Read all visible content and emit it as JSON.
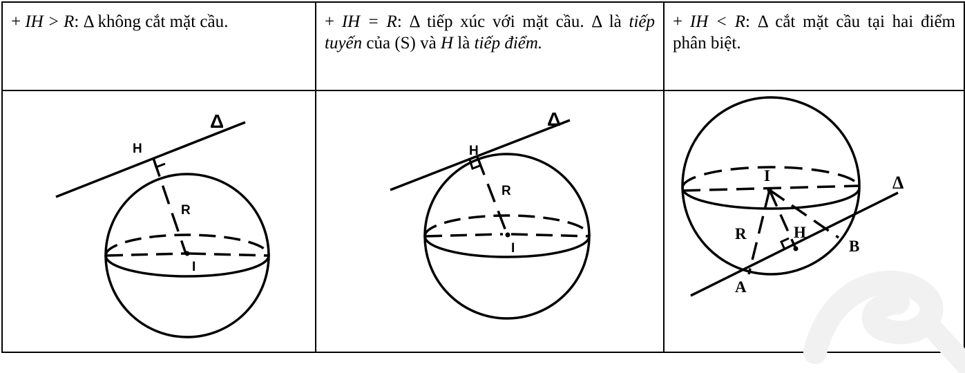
{
  "cells": [
    {
      "parts": [
        {
          "t": "+ ",
          "s": "n"
        },
        {
          "t": "IH > R",
          "s": "i"
        },
        {
          "t": ": Δ không cắt mặt cầu.",
          "s": "n"
        }
      ]
    },
    {
      "parts": [
        {
          "t": "+ ",
          "s": "n"
        },
        {
          "t": "IH = R",
          "s": "i"
        },
        {
          "t": ": Δ tiếp xúc với mặt cầu. Δ là ",
          "s": "n"
        },
        {
          "t": "tiếp tuyến",
          "s": "i"
        },
        {
          "t": " của (S) và ",
          "s": "n"
        },
        {
          "t": "H",
          "s": "i"
        },
        {
          "t": " là ",
          "s": "n"
        },
        {
          "t": "tiếp điểm.",
          "s": "i"
        }
      ]
    },
    {
      "parts": [
        {
          "t": "+ ",
          "s": "n"
        },
        {
          "t": "IH < R",
          "s": "i"
        },
        {
          "t": ": Δ cắt mặt cầu tại hai điểm phân biệt.",
          "s": "n"
        }
      ]
    }
  ],
  "figures": {
    "fig1": {
      "line": "Δ",
      "foot": "H",
      "radius": "R",
      "center": "I"
    },
    "fig2": {
      "line": "Δ",
      "foot": "H",
      "radius": "R",
      "center": "I"
    },
    "fig3": {
      "line": "Δ",
      "foot": "H",
      "radius": "R",
      "center": "I",
      "point_a": "A",
      "point_b": "B"
    }
  },
  "colors": {
    "ink": "#000000",
    "watermark": "#f1f1f1"
  }
}
